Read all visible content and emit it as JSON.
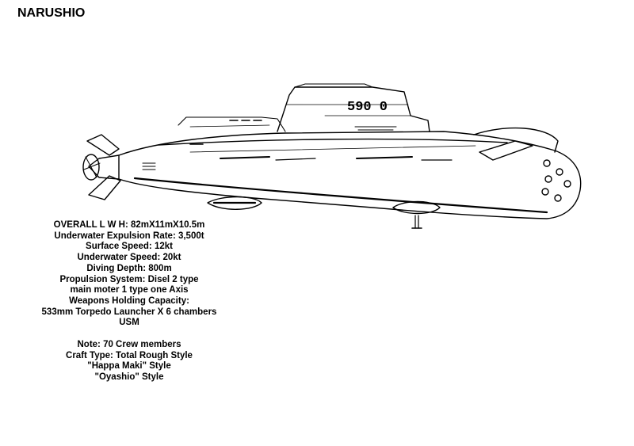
{
  "title": "NARUSHIO",
  "specs": [
    "OVERALL L W H: 82mX11mX10.5m",
    "Underwater Expulsion Rate: 3,500t",
    "Surface Speed: 12kt",
    "Underwater Speed: 20kt",
    "Diving Depth: 800m",
    "Propulsion System: Disel 2 type",
    "main moter 1 type one Axis",
    "Weapons Holding Capacity:",
    "533mm Torpedo Launcher X 6 chambers",
    "USM"
  ],
  "notes": [
    "Note: 70 Crew members",
    "Craft Type: Total Rough Style",
    "\"Happa Maki\" Style",
    "\"Oyashio\" Style"
  ],
  "hull_number": "590 0"
}
